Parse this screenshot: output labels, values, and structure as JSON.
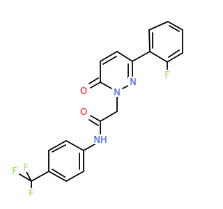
{
  "colors": {
    "background": "#ffffff",
    "bond": "#000000",
    "oxygen": "#ff0d0d",
    "nitrogen": "#3050f8",
    "fluorine": "#90e050",
    "hydrogen_label": "#3050f8"
  },
  "atoms": {
    "ring_fluorine": "F",
    "ring_oxygen": "O",
    "ring_nitrogen_1": "N",
    "ring_nitrogen_2": "N",
    "amide_oxygen": "O",
    "amide_nh": "NH",
    "cf3_f1": "F",
    "cf3_f2": "F",
    "cf3_f3": "F"
  }
}
